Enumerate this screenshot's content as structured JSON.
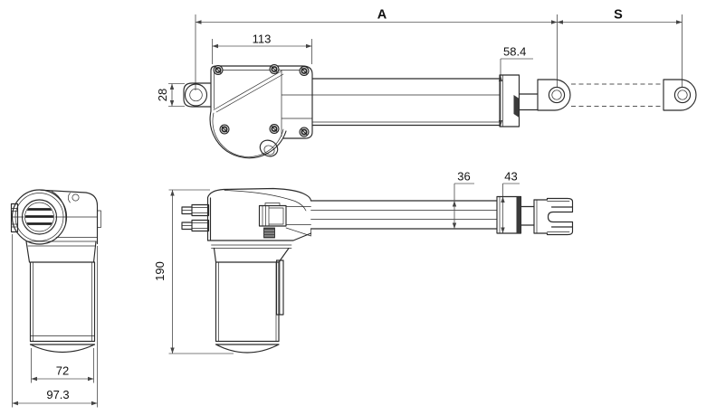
{
  "title": "Linear actuator dimensional drawing",
  "colors": {
    "background": "#ffffff",
    "line": "#2b2b2b",
    "dimension_line": "#555555",
    "text": "#111111",
    "dark_detail": "#3a3a3a"
  },
  "views": {
    "top": "top view (retracted with extended stroke shown dashed)",
    "front": "front view",
    "side": "side view"
  },
  "dims": {
    "overall_length": "A",
    "stroke_length": "S",
    "gearbox_length": "113",
    "end_cap_size": "58.4",
    "rear_eyelet_height": "28",
    "tube_size": "36",
    "fork_size": "43",
    "overall_height": "190",
    "motor_width": "72",
    "overall_width": "97.3"
  }
}
